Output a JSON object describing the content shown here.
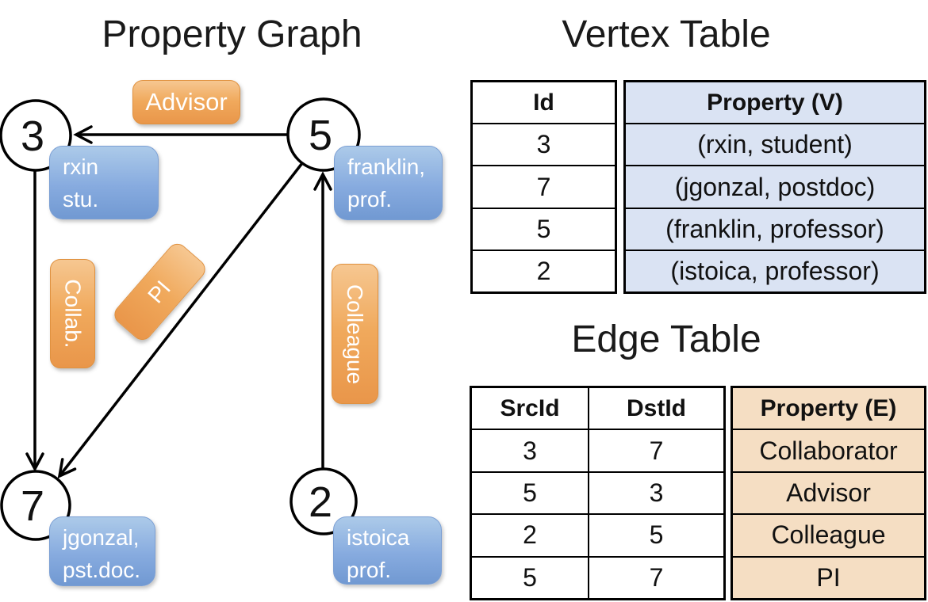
{
  "graph": {
    "title": "Property Graph",
    "nodes": [
      {
        "id": "3"
      },
      {
        "id": "5"
      },
      {
        "id": "7"
      },
      {
        "id": "2"
      }
    ],
    "edge_labels": {
      "advisor": "Advisor",
      "collab": "Collab.",
      "pi": "PI",
      "colleague": "Colleague"
    },
    "vertex_properties": {
      "rxin": {
        "line1": "rxin",
        "line2": "stu."
      },
      "franklin": {
        "line1": "franklin,",
        "line2": "prof."
      },
      "jgonzal": {
        "line1": "jgonzal,",
        "line2": "pst.doc."
      },
      "istoica": {
        "line1": "istoica",
        "line2": "prof."
      }
    }
  },
  "vertex_table": {
    "title": "Vertex Table",
    "headers": {
      "id": "Id",
      "property": "Property (V)"
    },
    "rows": [
      {
        "id": "3",
        "property": "(rxin, student)"
      },
      {
        "id": "7",
        "property": "(jgonzal, postdoc)"
      },
      {
        "id": "5",
        "property": "(franklin, professor)"
      },
      {
        "id": "2",
        "property": "(istoica, professor)"
      }
    ]
  },
  "edge_table": {
    "title": "Edge Table",
    "headers": {
      "src": "SrcId",
      "dst": "DstId",
      "property": "Property (E)"
    },
    "rows": [
      {
        "src": "3",
        "dst": "7",
        "property": "Collaborator"
      },
      {
        "src": "5",
        "dst": "3",
        "property": "Advisor"
      },
      {
        "src": "2",
        "dst": "5",
        "property": "Colleague"
      },
      {
        "src": "5",
        "dst": "7",
        "property": "PI"
      }
    ]
  },
  "colors": {
    "edge_label_orange": "#EFA95C",
    "vertex_label_blue": "#7FA6DB",
    "vertex_table_fill": "#DAE3F3",
    "edge_table_fill": "#F5DEC3",
    "line_black": "#000000"
  }
}
